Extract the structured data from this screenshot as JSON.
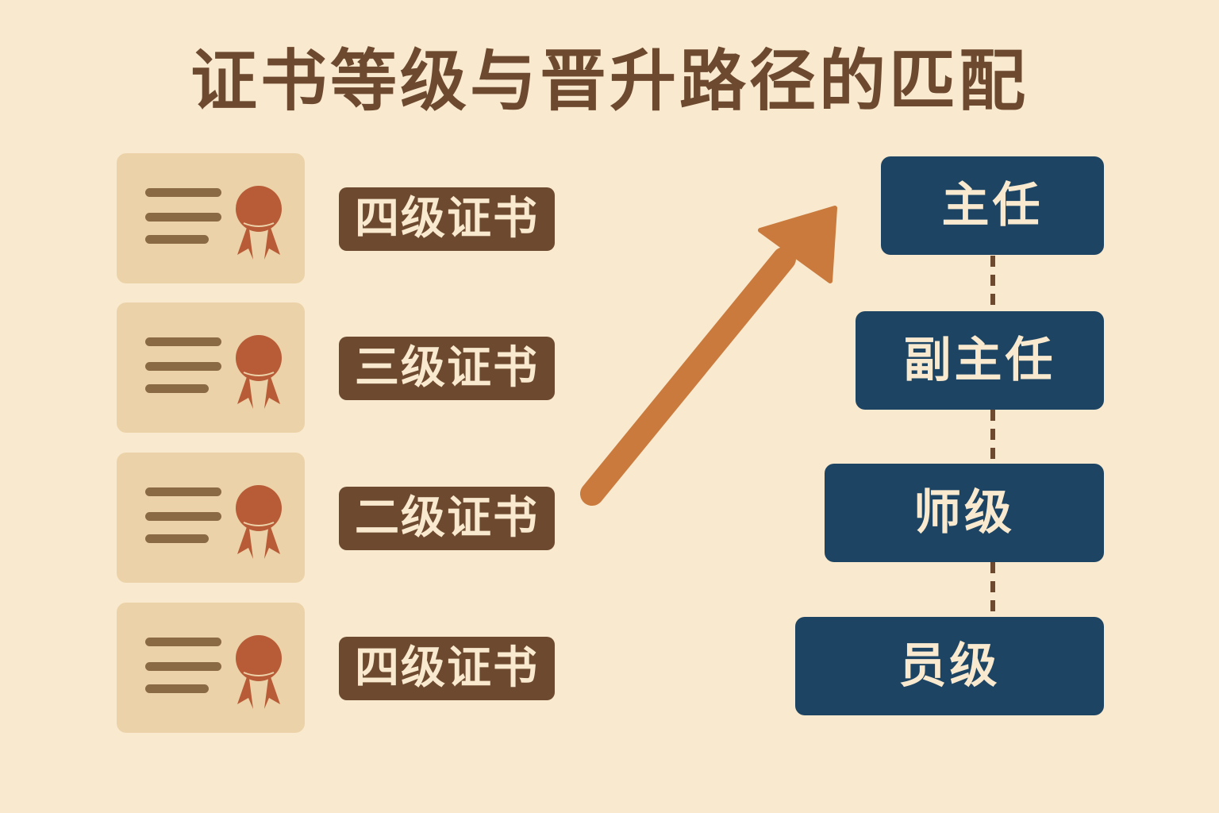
{
  "title": "证书等级与晋升路径的匹配",
  "certificates": [
    {
      "label": "四级证书"
    },
    {
      "label": "三级证书"
    },
    {
      "label": "二级证书"
    },
    {
      "label": "四级证书"
    }
  ],
  "levels": [
    {
      "label": "主任"
    },
    {
      "label": "副主任"
    },
    {
      "label": "师级"
    },
    {
      "label": "员级"
    }
  ],
  "colors": {
    "background": "#f8e9cf",
    "card": "#ecd2a8",
    "label_bg": "#6d4a2f",
    "level_bg": "#1d4563",
    "arrow": "#c97a3c",
    "medal": "#b85c38"
  },
  "icons": {
    "certificate": "certificate-icon",
    "medal": "ribbon-medal-icon",
    "arrow": "promotion-arrow-icon"
  }
}
